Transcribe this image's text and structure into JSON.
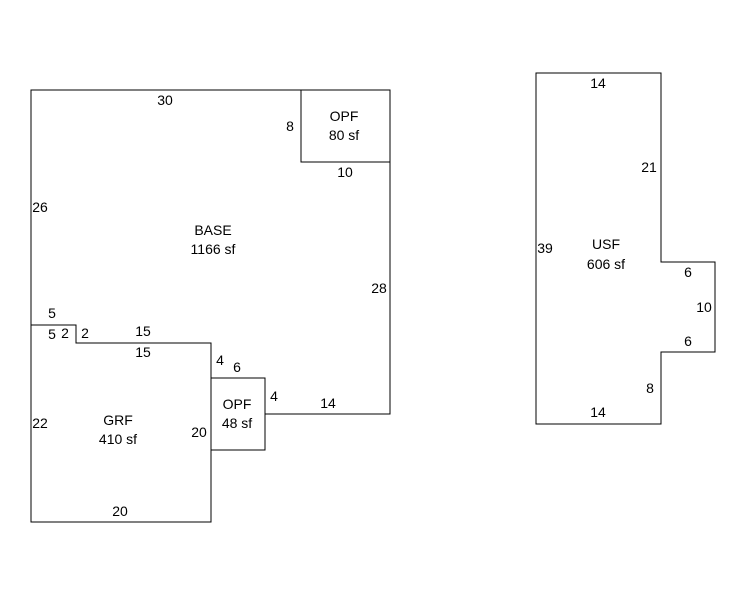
{
  "areas": {
    "base": {
      "label": "BASE",
      "area": "1166 sf"
    },
    "opf_top": {
      "label": "OPF",
      "area": "80 sf"
    },
    "grf": {
      "label": "GRF",
      "area": "410 sf"
    },
    "opf_bottom": {
      "label": "OPF",
      "area": "48 sf"
    },
    "usf": {
      "label": "USF",
      "area": "606 sf"
    }
  },
  "dimensions": {
    "base_top": "30",
    "base_left": "26",
    "base_right": "28",
    "base_bottom_right": "14",
    "opf_top_left": "8",
    "opf_top_bottom": "10",
    "notch_top": "5",
    "notch_left": "5",
    "notch_right_left": "2",
    "notch_right_right": "2",
    "step_top": "15",
    "step_bottom": "15",
    "grf_right_upper": "4",
    "grf_left": "22",
    "grf_right": "20",
    "grf_bottom": "20",
    "opf_bottom_top": "6",
    "opf_bottom_right": "4",
    "usf_top": "14",
    "usf_right_upper": "21",
    "usf_left": "39",
    "usf_bump_top": "6",
    "usf_bump_right": "10",
    "usf_bump_bottom": "6",
    "usf_right_lower": "8",
    "usf_bottom": "14"
  }
}
